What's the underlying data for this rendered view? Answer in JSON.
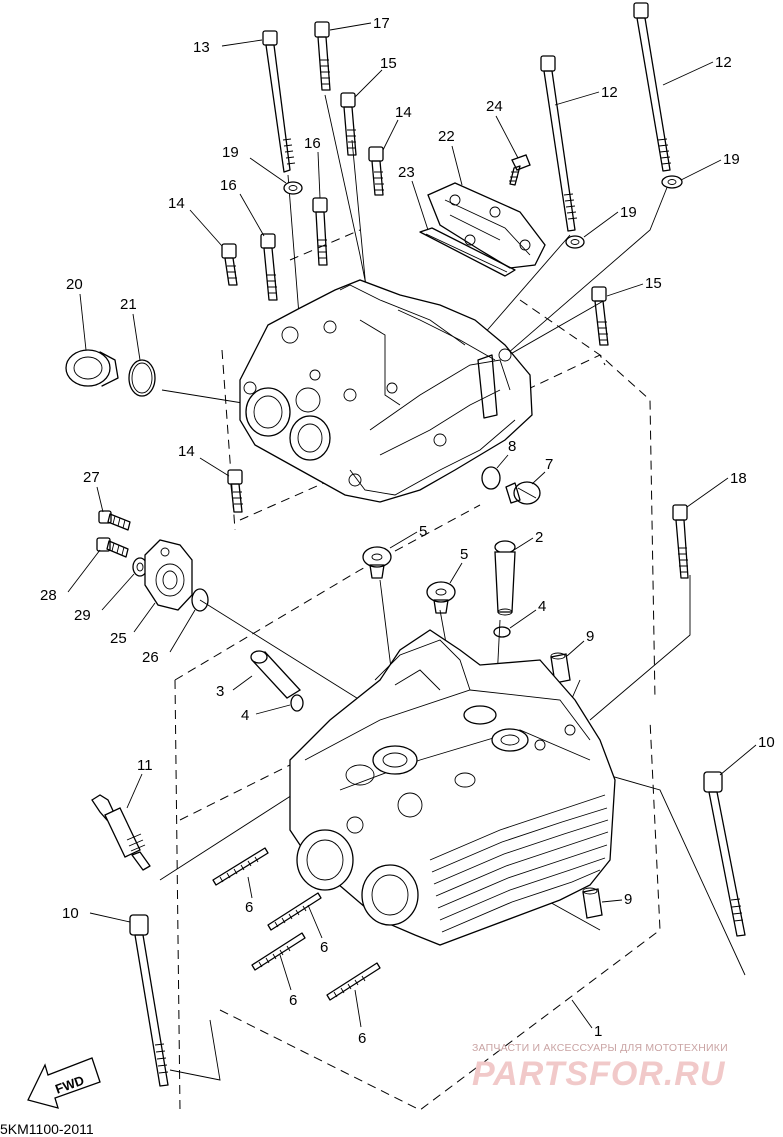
{
  "diagram": {
    "code": "5KM1100-2011",
    "fwd_label": "FWD",
    "watermark": {
      "line1": "ЗАПЧАСТИ И АКСЕССУАРЫ ДЛЯ МОТОТЕХНИКИ",
      "line2": "PARTSFOR.RU"
    },
    "callouts": [
      {
        "id": "c13",
        "text": "13"
      },
      {
        "id": "c17",
        "text": "17"
      },
      {
        "id": "c15a",
        "text": "15"
      },
      {
        "id": "c12a",
        "text": "12"
      },
      {
        "id": "c12b",
        "text": "12"
      },
      {
        "id": "c14a",
        "text": "14"
      },
      {
        "id": "c24",
        "text": "24"
      },
      {
        "id": "c22",
        "text": "22"
      },
      {
        "id": "c19a",
        "text": "19"
      },
      {
        "id": "c16a",
        "text": "16"
      },
      {
        "id": "c23",
        "text": "23"
      },
      {
        "id": "c19b",
        "text": "19"
      },
      {
        "id": "c16b",
        "text": "16"
      },
      {
        "id": "c14b",
        "text": "14"
      },
      {
        "id": "c19c",
        "text": "19"
      },
      {
        "id": "c20",
        "text": "20"
      },
      {
        "id": "c21",
        "text": "21"
      },
      {
        "id": "c15b",
        "text": "15"
      },
      {
        "id": "c14c",
        "text": "14"
      },
      {
        "id": "c8",
        "text": "8"
      },
      {
        "id": "c7",
        "text": "7"
      },
      {
        "id": "c27",
        "text": "27"
      },
      {
        "id": "c18",
        "text": "18"
      },
      {
        "id": "c5a",
        "text": "5"
      },
      {
        "id": "c2",
        "text": "2"
      },
      {
        "id": "c5b",
        "text": "5"
      },
      {
        "id": "c28",
        "text": "28"
      },
      {
        "id": "c29",
        "text": "29"
      },
      {
        "id": "c4a",
        "text": "4"
      },
      {
        "id": "c25",
        "text": "25"
      },
      {
        "id": "c26",
        "text": "26"
      },
      {
        "id": "c9a",
        "text": "9"
      },
      {
        "id": "c3",
        "text": "3"
      },
      {
        "id": "c4b",
        "text": "4"
      },
      {
        "id": "c10a",
        "text": "10"
      },
      {
        "id": "c11",
        "text": "11"
      },
      {
        "id": "c6a",
        "text": "6"
      },
      {
        "id": "c9b",
        "text": "9"
      },
      {
        "id": "c10b",
        "text": "10"
      },
      {
        "id": "c6b",
        "text": "6"
      },
      {
        "id": "c6c",
        "text": "6"
      },
      {
        "id": "c6d",
        "text": "6"
      },
      {
        "id": "c1",
        "text": "1"
      }
    ]
  }
}
